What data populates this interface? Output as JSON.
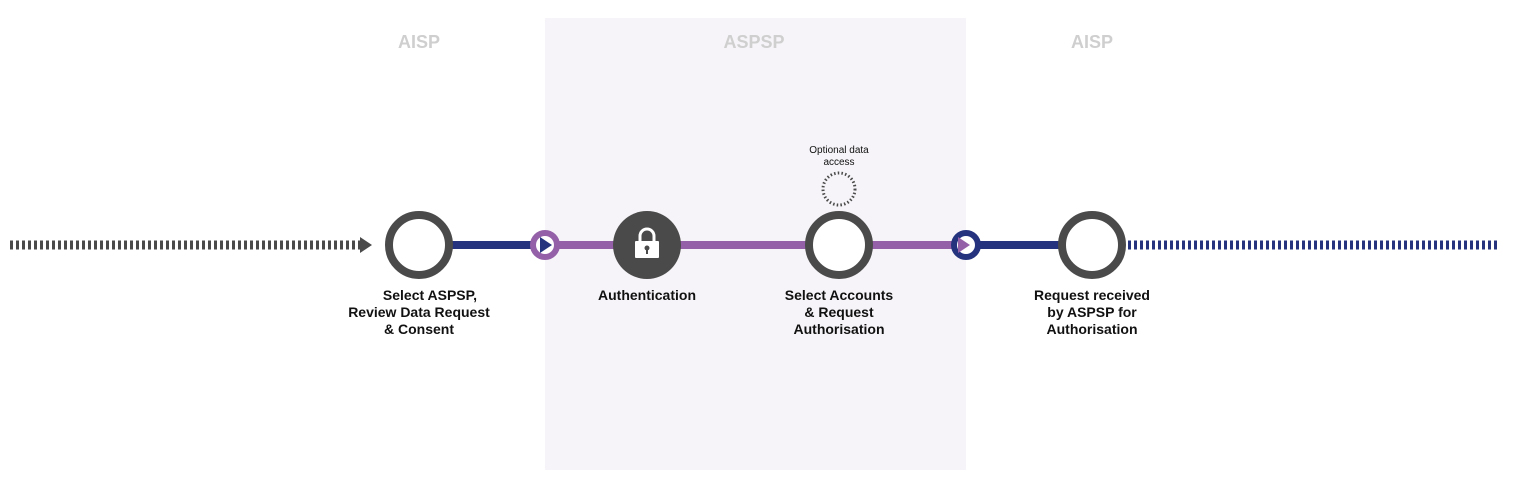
{
  "lanes": [
    {
      "title": "AISP"
    },
    {
      "title": "ASPSP"
    },
    {
      "title": "AISP"
    }
  ],
  "steps": [
    {
      "lines": [
        "Select ASPSP,",
        "Review Data Request",
        "& Consent"
      ]
    },
    {
      "lines": [
        "Authentication"
      ],
      "icon": "lock-icon"
    },
    {
      "lines": [
        "Select Accounts",
        "& Request",
        "Authorisation"
      ]
    },
    {
      "lines": [
        "Request received",
        "by ASPSP for",
        "Authorisation"
      ]
    }
  ],
  "optional": {
    "lines": [
      "Optional data",
      "access"
    ]
  },
  "colors": {
    "node": "#4a4a4a",
    "aisp_line": "#25337f",
    "aspsp_line": "#9460a8",
    "panel": "#f6f4f8",
    "lane_title": "#cfcfcf"
  }
}
